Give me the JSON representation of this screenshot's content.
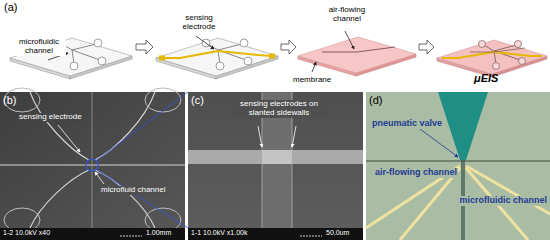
{
  "diagram": {
    "labels": [
      "(a)",
      "microfluidic channel",
      "sensing electrode",
      "air-flowing channel",
      "membrane",
      "μEIS",
      "(b)",
      "sensing electrode",
      "microfluid channel",
      "1-2 10.0kV x40",
      "1.00mm",
      "(c)",
      "sensing electrodes on slanted sidewalls",
      "1-1 10.0kV x1.00k",
      "50.0um",
      "(d)",
      "pneumatic valve",
      "air-flowing channel",
      "microfluidic channel"
    ]
  }
}
